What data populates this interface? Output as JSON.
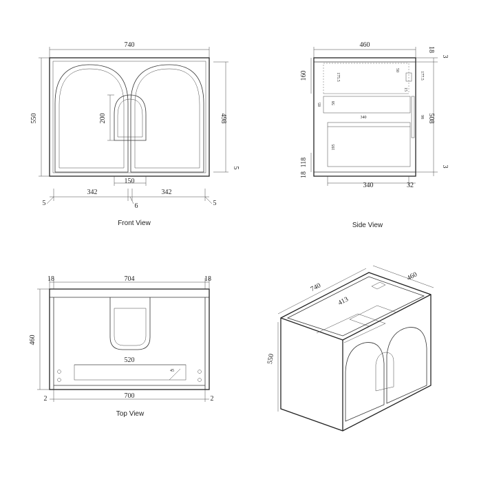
{
  "views": {
    "front": {
      "caption": "Front View",
      "dims": {
        "width": "740",
        "height": "550",
        "inner_height": "498",
        "left_gap": "5",
        "right_gap": "5",
        "bottom_gap": "5",
        "arch_left": "342",
        "arch_right": "342",
        "center_gap": "6",
        "handle_width": "150",
        "handle_height": "200"
      }
    },
    "side": {
      "caption": "Side View",
      "dims": {
        "depth": "460",
        "top_thk": "18",
        "top_gap": "3",
        "bottom_gap": "3",
        "bottom_thk": "18",
        "upper_height": "160",
        "lower_height": "118",
        "front_height": "508",
        "drawer_depth": "340",
        "rear_inset": "32",
        "inner_340": "340",
        "d_175": "175.5",
        "d_177": "177.5",
        "d_50": "50",
        "d_58": "58",
        "d_85": "85",
        "d_98": "98",
        "d_15": "15",
        "d_195": "195"
      }
    },
    "top": {
      "caption": "Top View",
      "dims": {
        "inner_width": "704",
        "left_side": "18",
        "right_side": "18",
        "depth": "460",
        "drawer_width": "520",
        "front_width": "700",
        "left_gap": "2",
        "right_gap": "2",
        "angle": "45"
      }
    },
    "iso": {
      "dims": {
        "width": "740",
        "depth": "460",
        "height": "550",
        "drawer": "413"
      }
    }
  }
}
